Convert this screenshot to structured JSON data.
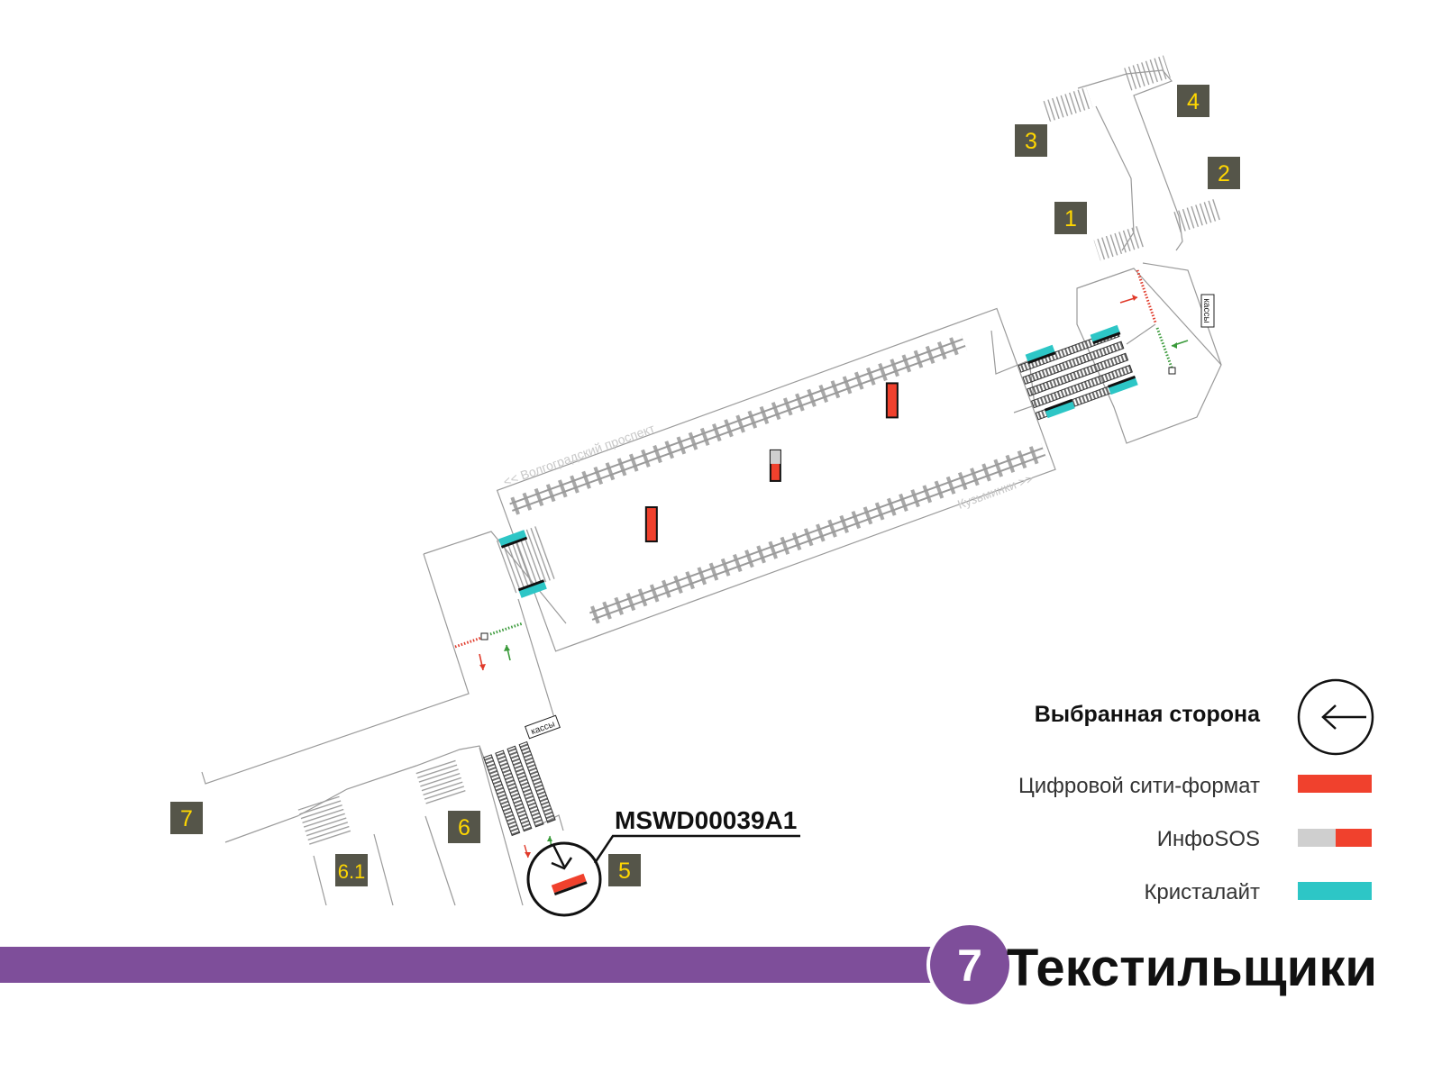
{
  "station": {
    "name": "Текстильщики",
    "line_number": "7",
    "line_color": "#7e4e9a"
  },
  "placement": {
    "code": "MSWD00039A1"
  },
  "directions": {
    "left": "<< Волгоградский проспект",
    "right": "Кузьминки >>"
  },
  "kassy_label": "кассы",
  "exits": [
    "1",
    "2",
    "3",
    "4",
    "5",
    "6",
    "6.1",
    "7"
  ],
  "legend": {
    "selected_side": "Выбранная сторона",
    "items": [
      {
        "label": "Цифровой сити-формат",
        "colors": [
          "#f0412d"
        ]
      },
      {
        "label": "ИнфоSOS",
        "colors": [
          "#cfcfcf",
          "#f0412d"
        ]
      },
      {
        "label": "Кристалайт",
        "colors": [
          "#2dc6c6"
        ]
      }
    ]
  },
  "colors": {
    "exit_box": "#555549",
    "exit_text": "#ffd700",
    "city_format": "#f0412d",
    "kristalayt": "#2dc6c6",
    "infosos_gray": "#cfcfcf",
    "entry_arrow": "#e03a2a",
    "exit_arrow": "#3a9a3a"
  }
}
